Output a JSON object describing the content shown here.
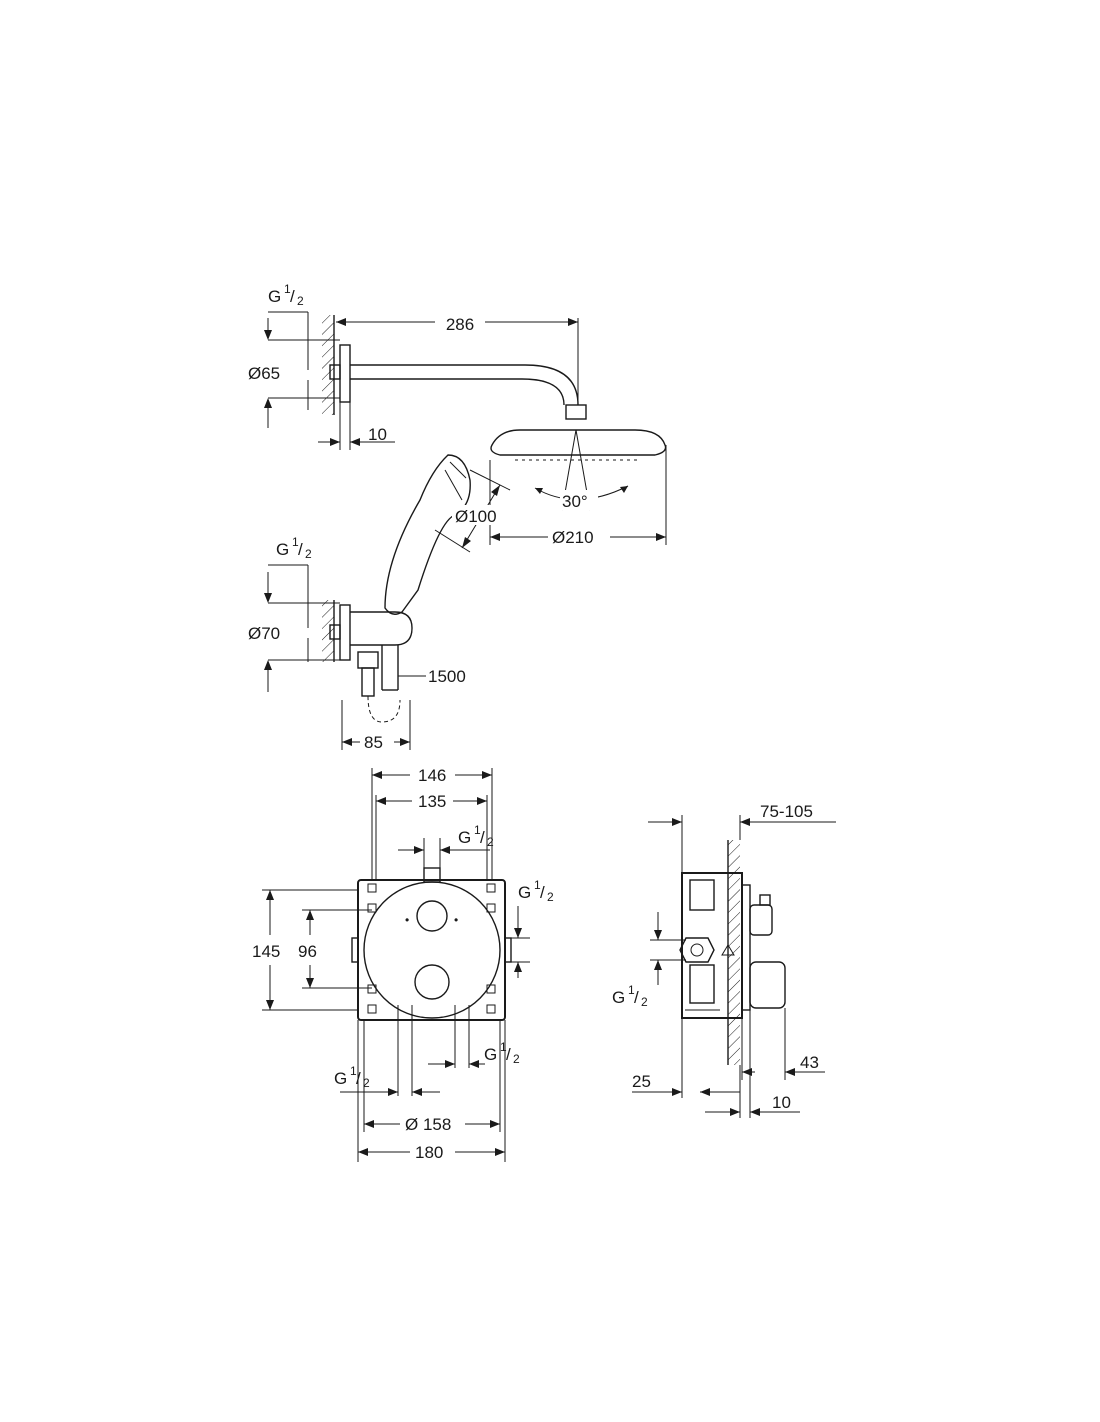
{
  "shower_arm": {
    "thread": {
      "main": "G",
      "sup": "1",
      "den": "2"
    },
    "arm_length": "286",
    "flange_diameter": "Ø65",
    "flange_depth": "10"
  },
  "head_shower": {
    "diameter": "Ø210",
    "angle": "30°"
  },
  "hand_shower": {
    "diameter": "Ø100"
  },
  "wall_outlet": {
    "thread": {
      "main": "G",
      "sup": "1",
      "den": "2"
    },
    "diameter": "Ø70",
    "hose_length": "1500",
    "projection": "85"
  },
  "mixer_front": {
    "width_outer": "146",
    "width_inner": "135",
    "height_outer": "145",
    "height_inner": "96",
    "top_thread": {
      "main": "G",
      "sup": "1",
      "den": "2"
    },
    "right_thread": {
      "main": "G",
      "sup": "1",
      "den": "2"
    },
    "bottom_right_thread": {
      "main": "G",
      "sup": "1",
      "den": "2"
    },
    "bottom_left_thread": {
      "main": "G",
      "sup": "1",
      "den": "2"
    },
    "plate_diameter": "Ø 158",
    "plate_width": "180"
  },
  "mixer_side": {
    "install_depth": "75-105",
    "thread": {
      "main": "G",
      "sup": "1",
      "den": "2"
    },
    "depth_a": "25",
    "depth_b": "43",
    "depth_c": "10"
  }
}
